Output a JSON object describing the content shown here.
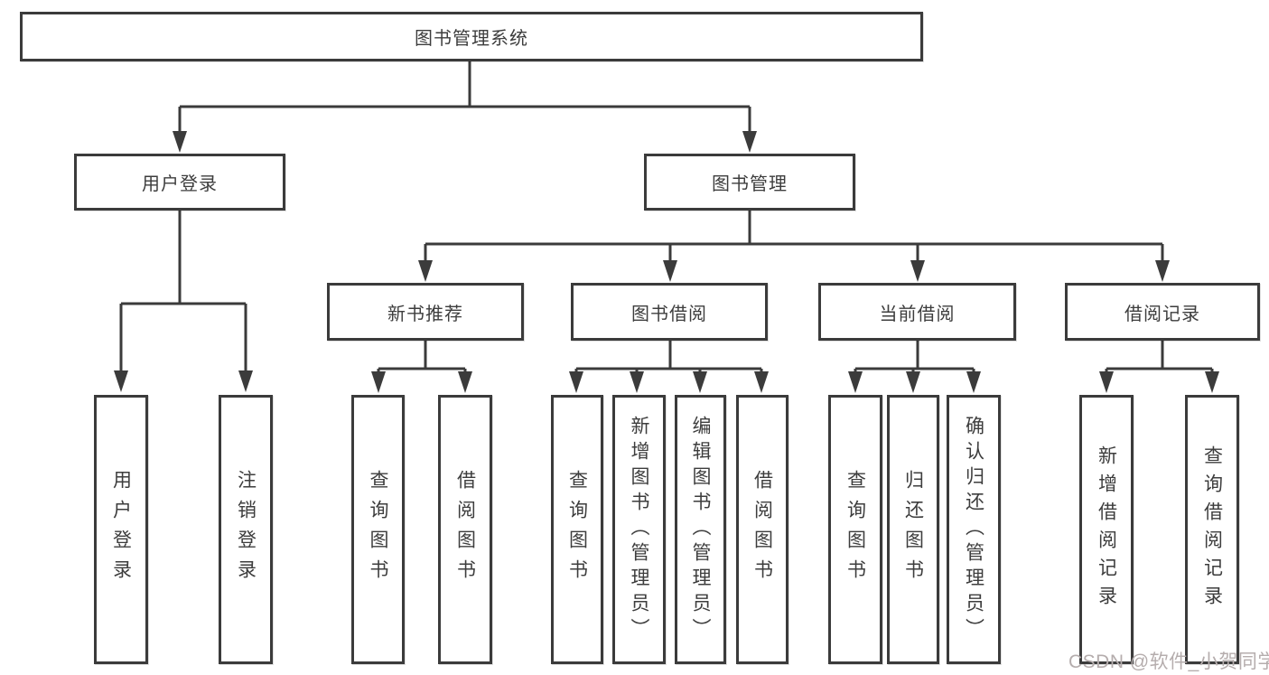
{
  "diagram": {
    "line_color": "#3b3b3b",
    "root": {
      "label": "图书管理系统"
    },
    "branches": [
      {
        "label": "用户登录",
        "children": [
          {
            "label": "用户登录"
          },
          {
            "label": "注销登录"
          }
        ]
      },
      {
        "label": "图书管理",
        "children": [
          {
            "label": "新书推荐",
            "children": [
              {
                "label": "查询图书"
              },
              {
                "label": "借阅图书"
              }
            ]
          },
          {
            "label": "图书借阅",
            "children": [
              {
                "label": "查询图书"
              },
              {
                "label": "新增图书（管理员）"
              },
              {
                "label": "编辑图书（管理员）"
              },
              {
                "label": "借阅图书"
              }
            ]
          },
          {
            "label": "当前借阅",
            "children": [
              {
                "label": "查询图书"
              },
              {
                "label": "归还图书"
              },
              {
                "label": "确认归还（管理员）"
              }
            ]
          },
          {
            "label": "借阅记录",
            "children": [
              {
                "label": "新增借阅记录"
              },
              {
                "label": "查询借阅记录"
              }
            ]
          }
        ]
      }
    ]
  },
  "watermark": {
    "text": "CSDN @软件_小贺同学",
    "color": "#b5adad"
  }
}
